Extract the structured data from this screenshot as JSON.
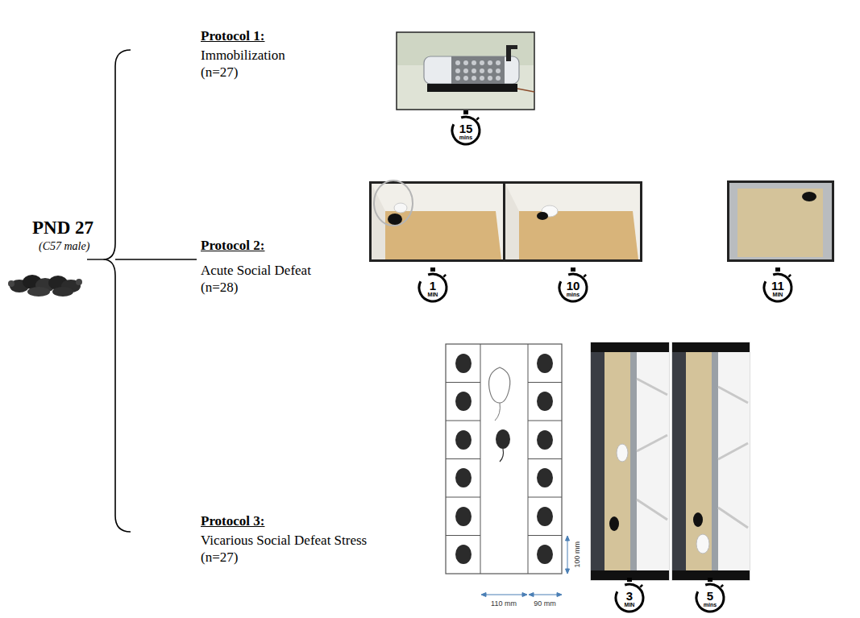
{
  "diagram": {
    "nodes": [
      {
        "text": [
          "15",
          "mins"
        ]
      },
      {
        "text": [
          "1",
          "MIN"
        ]
      },
      {
        "text": [
          "10",
          "mins"
        ]
      },
      {
        "text": [
          "11",
          "MIN"
        ]
      },
      {
        "text": [
          "3",
          "MIN"
        ]
      },
      {
        "text": [
          "5",
          "mins"
        ]
      }
    ],
    "labels": [
      "PND 27",
      "(C57 male)",
      "Protocol 1:",
      "Immobilization",
      "(n=27)",
      "Protocol 2:",
      "Acute Social Defeat",
      "(n=28)",
      "Protocol 3:",
      "Vicarious Social Defeat Stress",
      "(n=27)",
      "110 mm",
      "90 mm",
      "100 mm"
    ]
  }
}
